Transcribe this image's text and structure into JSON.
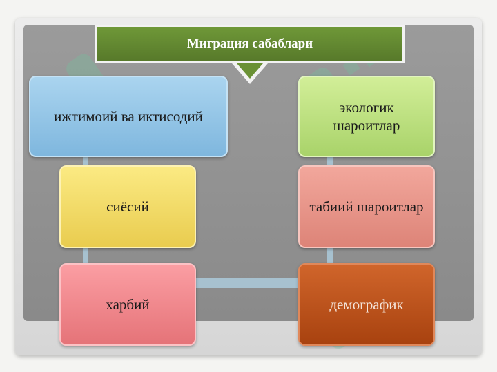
{
  "diagram": {
    "title": "Миграция сабаблари",
    "causes": [
      {
        "id": "socio-economic",
        "label": "ижтимоий ва иктисодий",
        "color": "#8fc3e6"
      },
      {
        "id": "ecological",
        "label": "экологик шароитлар",
        "color": "#bfe27f"
      },
      {
        "id": "political",
        "label": "сиёсий",
        "color": "#f4dc66"
      },
      {
        "id": "natural",
        "label": "табиий шароитлар",
        "color": "#e8968a"
      },
      {
        "id": "military",
        "label": "харбий",
        "color": "#f2878c"
      },
      {
        "id": "demographic",
        "label": "демографик",
        "color": "#bd541d"
      }
    ]
  },
  "colors": {
    "banner": "#62882f",
    "panel": "#929292",
    "connector": "#a7c1cf"
  }
}
